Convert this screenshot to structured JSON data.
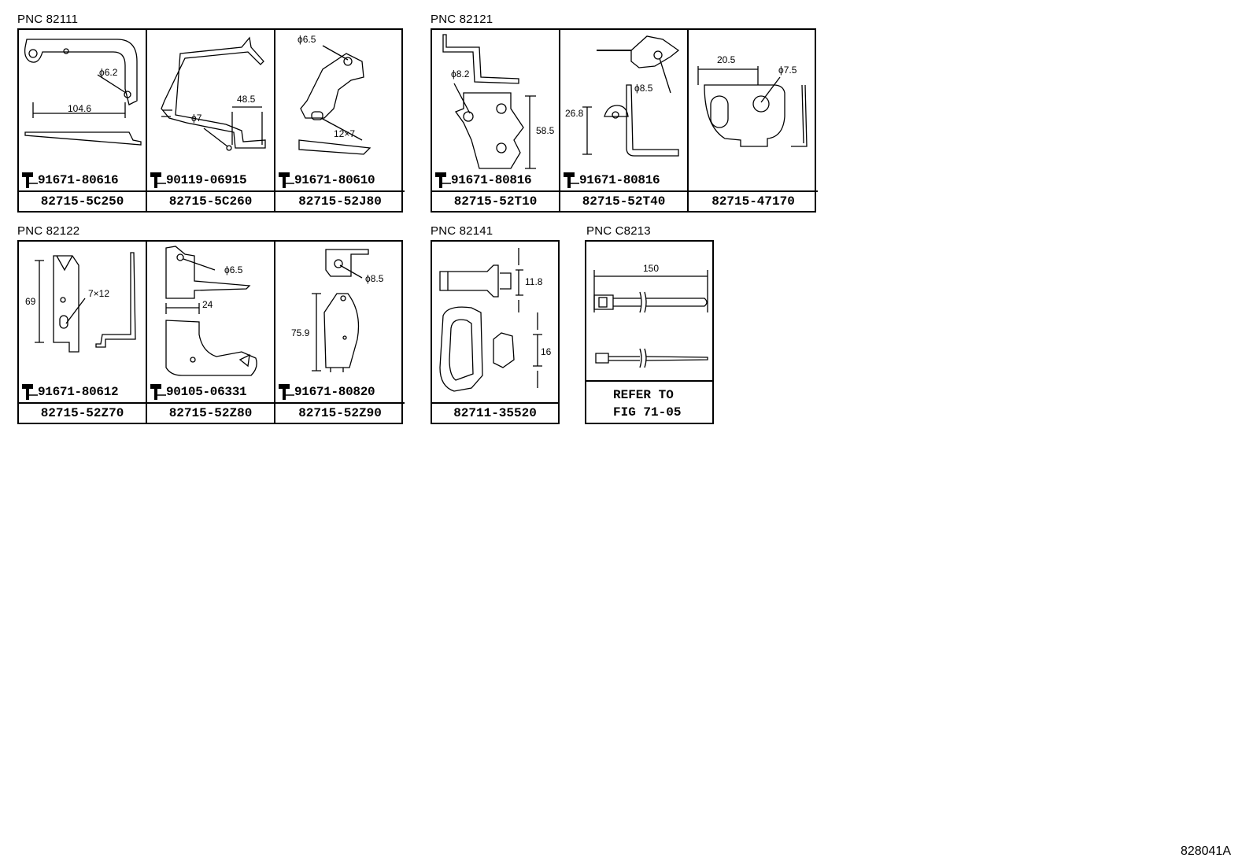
{
  "figure_id": "828041A",
  "groups": [
    {
      "pnc": "PNC 82111",
      "cells": [
        {
          "bolt": "91671-80616",
          "part": "82715-5C250",
          "dims": [
            "ϕ6.2",
            "104.6"
          ]
        },
        {
          "bolt": "90119-06915",
          "part": "82715-5C260",
          "dims": [
            "48.5",
            "ϕ7"
          ]
        },
        {
          "bolt": "91671-80610",
          "part": "82715-52J80",
          "dims": [
            "ϕ6.5",
            "12×7"
          ]
        }
      ]
    },
    {
      "pnc": "PNC 82121",
      "cells": [
        {
          "bolt": "91671-80816",
          "part": "82715-52T10",
          "dims": [
            "ϕ8.2",
            "58.5"
          ]
        },
        {
          "bolt": "91671-80816",
          "part": "82715-52T40",
          "dims": [
            "ϕ8.5",
            "26.8"
          ]
        },
        {
          "bolt": "",
          "part": "82715-47170",
          "dims": [
            "20.5",
            "ϕ7.5"
          ]
        }
      ]
    },
    {
      "pnc": "PNC 82122",
      "cells": [
        {
          "bolt": "91671-80612",
          "part": "82715-52Z70",
          "dims": [
            "69",
            "7×12"
          ]
        },
        {
          "bolt": "90105-06331",
          "part": "82715-52Z80",
          "dims": [
            "ϕ6.5",
            "24"
          ]
        },
        {
          "bolt": "91671-80820",
          "part": "82715-52Z90",
          "dims": [
            "ϕ8.5",
            "75.9"
          ]
        }
      ]
    },
    {
      "pnc": "PNC 82141",
      "cells": [
        {
          "bolt": "",
          "part": "82711-35520",
          "dims": [
            "11.8",
            "16"
          ]
        }
      ]
    },
    {
      "pnc": "PNC C8213",
      "cells": [
        {
          "bolt": "",
          "part": "",
          "dims": [
            "150"
          ],
          "refer": "REFER TO\nFIG 71-05"
        }
      ]
    }
  ]
}
